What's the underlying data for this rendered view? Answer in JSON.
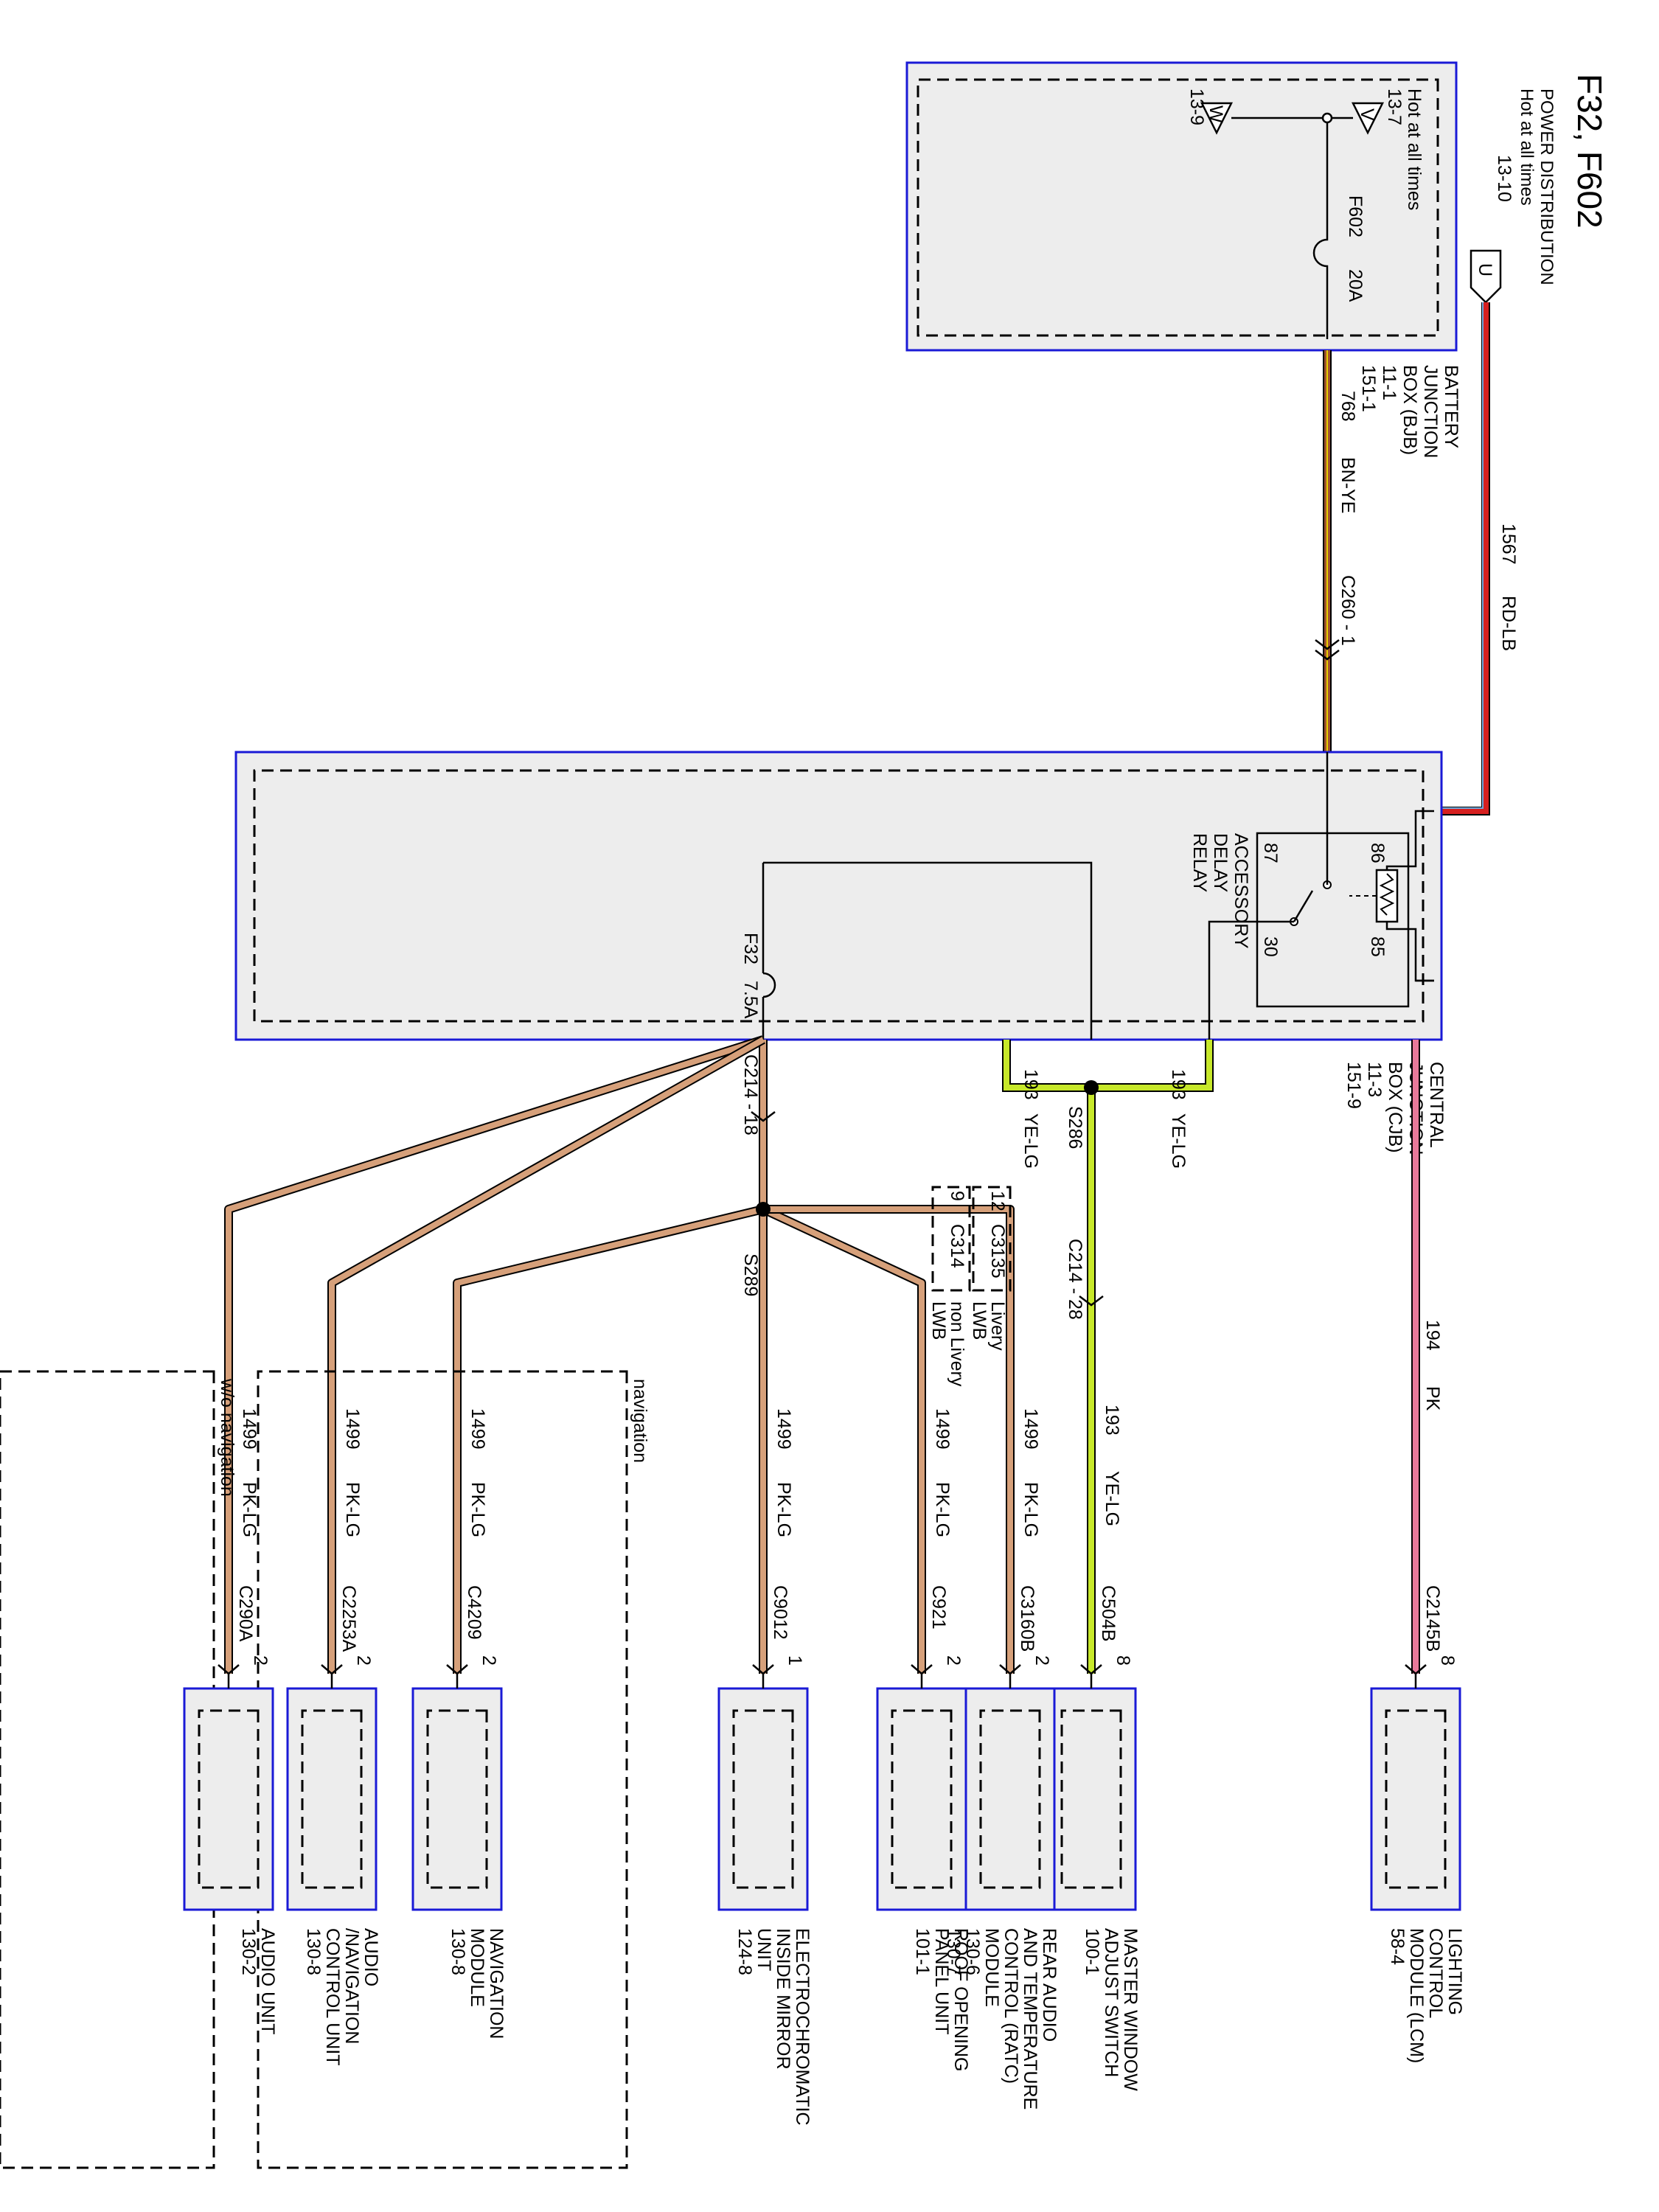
{
  "title": "F32, F602",
  "power": {
    "header": [
      "POWER DISTRIBUTION",
      "Hot at all times"
    ],
    "ref": "13-10",
    "connector": "U",
    "colors": {
      "red": "#d61f1f",
      "lightblue": "#6fa8dc"
    }
  },
  "bjb": {
    "name_lines": [
      "BATTERY",
      "JUNCTION",
      "BOX (BJB)",
      "11-1",
      "151-1"
    ],
    "hot": "Hot at all times",
    "ref_v": "13-7",
    "ref_w": "13-9",
    "v": "V",
    "w": "W",
    "fuse": "F602",
    "fuse_rating": "20A"
  },
  "circuits": {
    "c1567": {
      "num": "1567",
      "color": "RD-LB"
    },
    "c768": {
      "num": "768",
      "color": "BN-YE"
    },
    "c193": {
      "num": "193",
      "color": "YE-LG"
    },
    "c194": {
      "num": "194",
      "color": "PK"
    },
    "c1499": {
      "num": "1499",
      "color": "PK-LG"
    }
  },
  "connectors": {
    "c260": "C260 - 1",
    "c214_18": "C214 - 18",
    "c214_28": "C214 - 28",
    "s286": "S286",
    "s289": "S289",
    "c3135": "C3135",
    "c3135_pin": "12",
    "c314": "C314",
    "c314_pin": "9",
    "livery": [
      "Livery",
      "LWB"
    ],
    "non_livery": [
      "non Livery",
      "LWB"
    ]
  },
  "cjb": {
    "name_lines": [
      "CENTRAL",
      "JUNCTION",
      "BOX (CJB)",
      "11-3",
      "151-9"
    ],
    "relay_lines": [
      "ACCESSORY",
      "DELAY",
      "RELAY"
    ],
    "pin86": "86",
    "pin85": "85",
    "pin87": "87",
    "pin30": "30",
    "fuse": "F32",
    "fuse_rating": "7.5A"
  },
  "groups": {
    "navigation": "navigation",
    "no_navigation": "w/o navigation"
  },
  "modules": [
    {
      "key": "lcm",
      "conn": "C2145B",
      "pin": "8",
      "circuit": "194",
      "color": "PK",
      "name_lines": [
        "LIGHTING",
        "CONTROL",
        "MODULE (LCM)",
        "58-4"
      ]
    },
    {
      "key": "mwas",
      "conn": "C504B",
      "pin": "8",
      "circuit": "193",
      "color": "YE-LG",
      "name_lines": [
        "MASTER WINDOW",
        "ADJUST SWITCH",
        "100-1"
      ]
    },
    {
      "key": "ratc",
      "conn": "C3160B",
      "pin": "2",
      "circuit": "1499",
      "color": "PK-LG",
      "name_lines": [
        "REAR AUDIO",
        "AND TEMPERATURE",
        "CONTROL (RATC)",
        "MODULE",
        "130-6",
        "130-7"
      ]
    },
    {
      "key": "roof",
      "conn": "C921",
      "pin": "2",
      "circuit": "1499",
      "color": "PK-LG",
      "name_lines": [
        "ROOF OPENING",
        "PANEL UNIT",
        "101-1"
      ]
    },
    {
      "key": "mirror",
      "conn": "C9012",
      "pin": "1",
      "circuit": "1499",
      "color": "PK-LG",
      "name_lines": [
        "ELECTROCHROMATIC",
        "INSIDE MIRROR",
        "UNIT",
        "124-8"
      ]
    },
    {
      "key": "nav",
      "conn": "C4209",
      "pin": "2",
      "circuit": "1499",
      "color": "PK-LG",
      "name_lines": [
        "NAVIGATION",
        "MODULE",
        "130-8"
      ]
    },
    {
      "key": "avcu",
      "conn": "C2253A",
      "pin": "2",
      "circuit": "1499",
      "color": "PK-LG",
      "name_lines": [
        "AUDIO",
        "/NAVIGATION",
        "CONTROL UNIT",
        "130-8"
      ]
    },
    {
      "key": "audio",
      "conn": "C290A",
      "pin": "2",
      "circuit": "1499",
      "color": "PK-LG",
      "name_lines": [
        "AUDIO UNIT",
        "130-2"
      ]
    }
  ]
}
